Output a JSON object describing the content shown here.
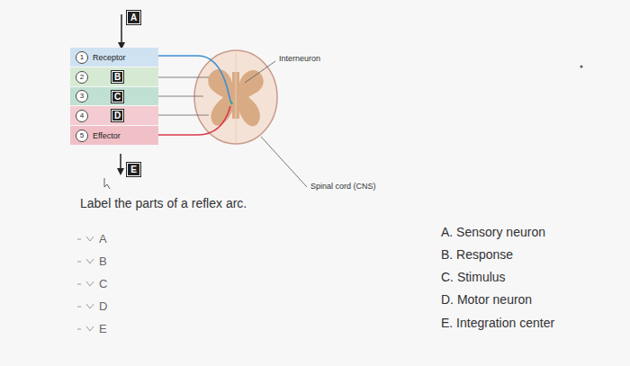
{
  "diagram": {
    "nodes": [
      {
        "text": [
          "A"
        ]
      },
      {
        "text": [
          "1",
          "Receptor"
        ]
      },
      {
        "text": [
          "2"
        ]
      },
      {
        "text": [
          "B"
        ],
        "in": 2
      },
      {
        "text": [
          "3"
        ]
      },
      {
        "text": [
          "C"
        ],
        "in": 4
      },
      {
        "text": [
          "4"
        ]
      },
      {
        "text": [
          "D"
        ],
        "in": 6
      },
      {
        "text": [
          "5",
          "Effector"
        ]
      },
      {
        "text": [
          "E"
        ]
      }
    ],
    "edges": [
      {
        "from": 0,
        "to": 1,
        "arrow": "to"
      },
      {
        "from": 8,
        "to": 9,
        "arrow": "to"
      }
    ],
    "labels": [
      "Interneuron",
      "Spinal cord (CNS)",
      "Label the parts of a reflex arc.",
      "A",
      "B",
      "C",
      "D",
      "E",
      "A. Sensory neuron",
      "B. Response",
      "C. Stimulus",
      "D. Motor neuron",
      "E. Integration center"
    ]
  }
}
